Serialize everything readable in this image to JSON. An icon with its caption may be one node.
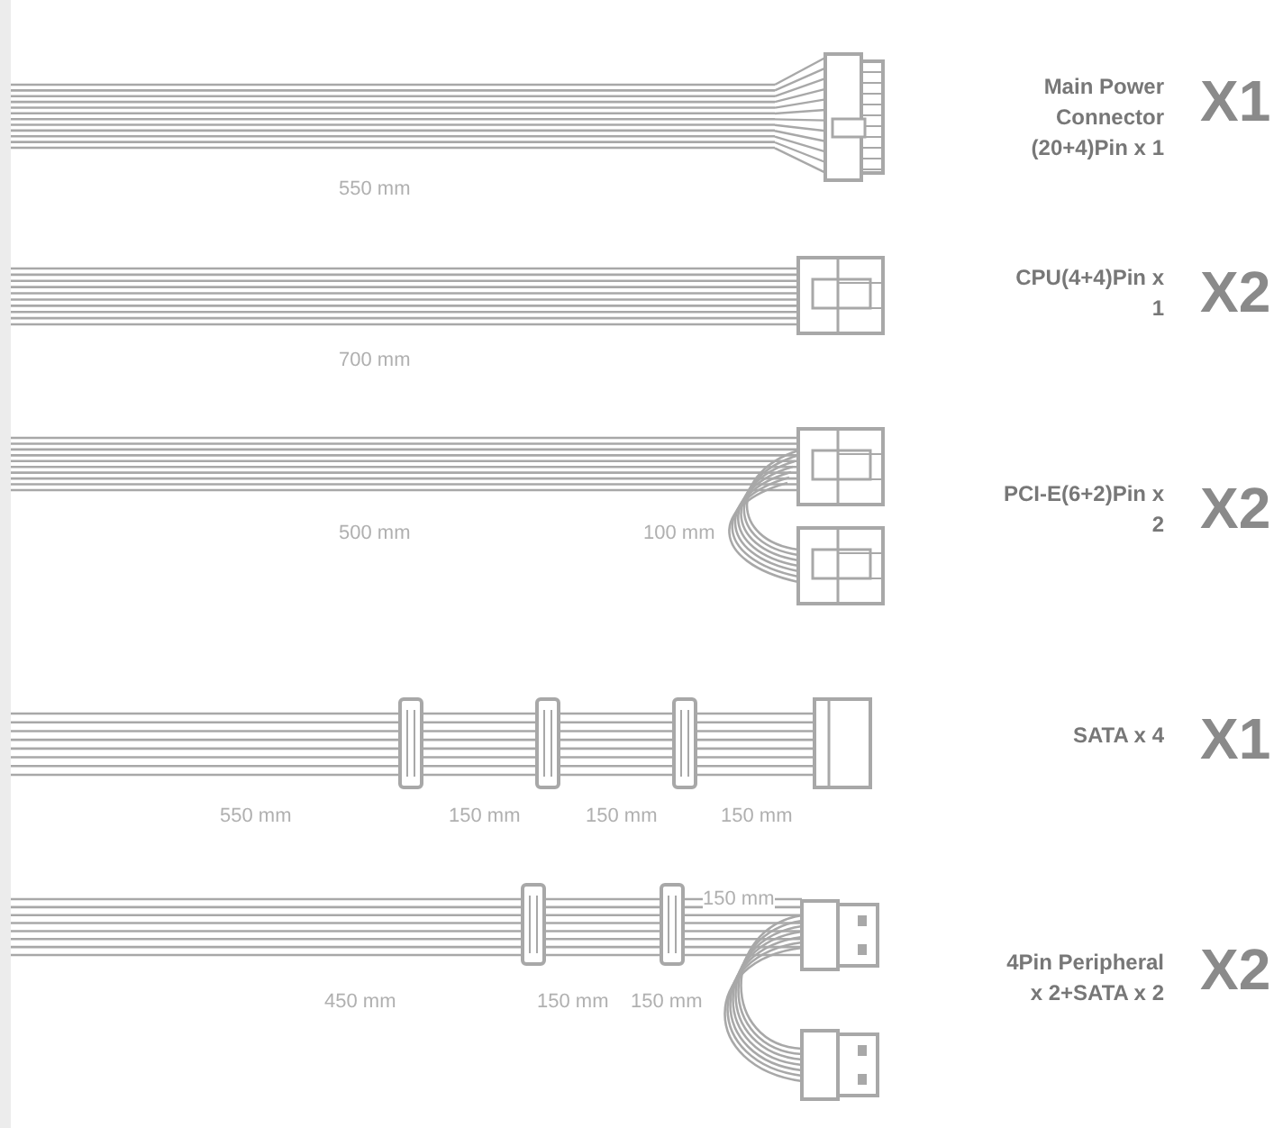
{
  "diagram": {
    "labels": [
      "Main Power Connector (20+4)Pin x 1",
      "X1",
      "550 mm",
      "CPU(4+4)Pin x 1",
      "X2",
      "700 mm",
      "500 mm",
      "100 mm",
      "PCI-E(6+2)Pin x 2",
      "X2",
      "SATA x 4",
      "X1",
      "550 mm",
      "150 mm",
      "150 mm",
      "150 mm",
      "150 mm",
      "4Pin Peripheral x 2+SATA x 2",
      "X2",
      "450 mm",
      "150 mm",
      "150 mm"
    ]
  }
}
